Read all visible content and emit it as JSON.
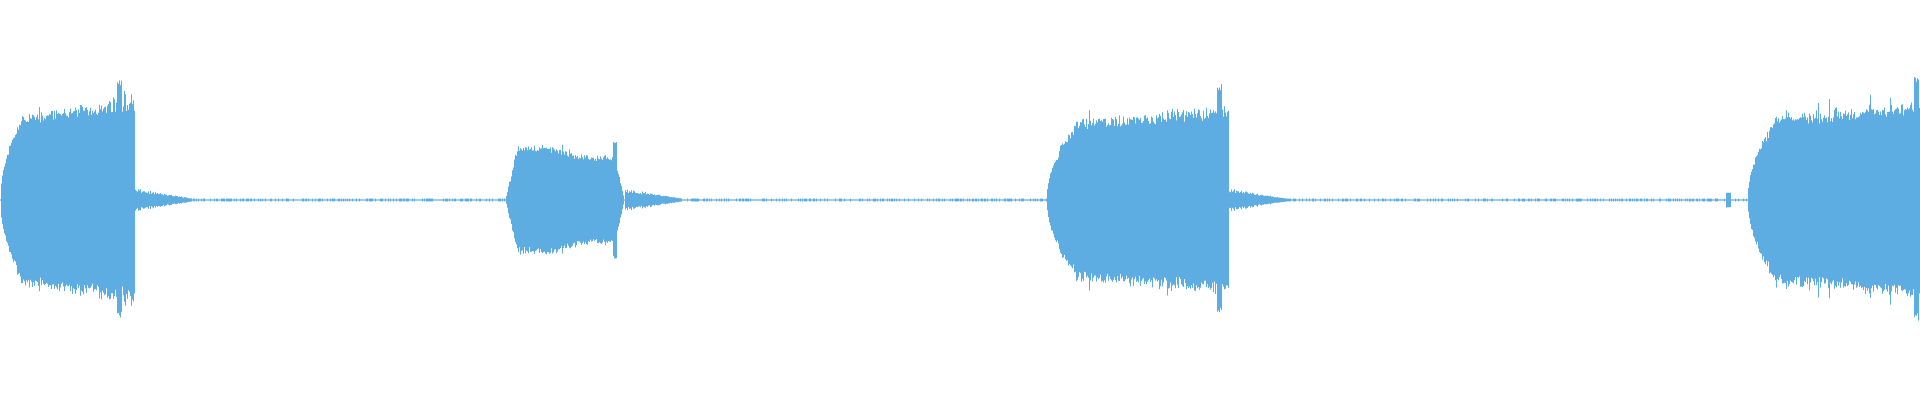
{
  "waveform": {
    "color": "#5DADE2",
    "background": "#FFFFFF",
    "baseline_amplitude": 0.01,
    "segments": [
      {
        "start": 0.0,
        "end": 0.07,
        "peak": 0.7,
        "shape": "swell",
        "spike_at": 0.062,
        "spike_amp": 0.8
      },
      {
        "start": 0.263,
        "end": 0.325,
        "peak": 0.38,
        "shape": "flat",
        "spike_at": 0.32,
        "spike_amp": 0.4
      },
      {
        "start": 0.545,
        "end": 0.64,
        "peak": 0.65,
        "shape": "swell",
        "spike_at": 0.635,
        "spike_amp": 0.78
      },
      {
        "start": 0.91,
        "end": 1.0,
        "peak": 0.68,
        "shape": "swell",
        "spike_at": 0.998,
        "spike_amp": 0.82
      }
    ],
    "isolated_blips": [
      0.9
    ]
  }
}
